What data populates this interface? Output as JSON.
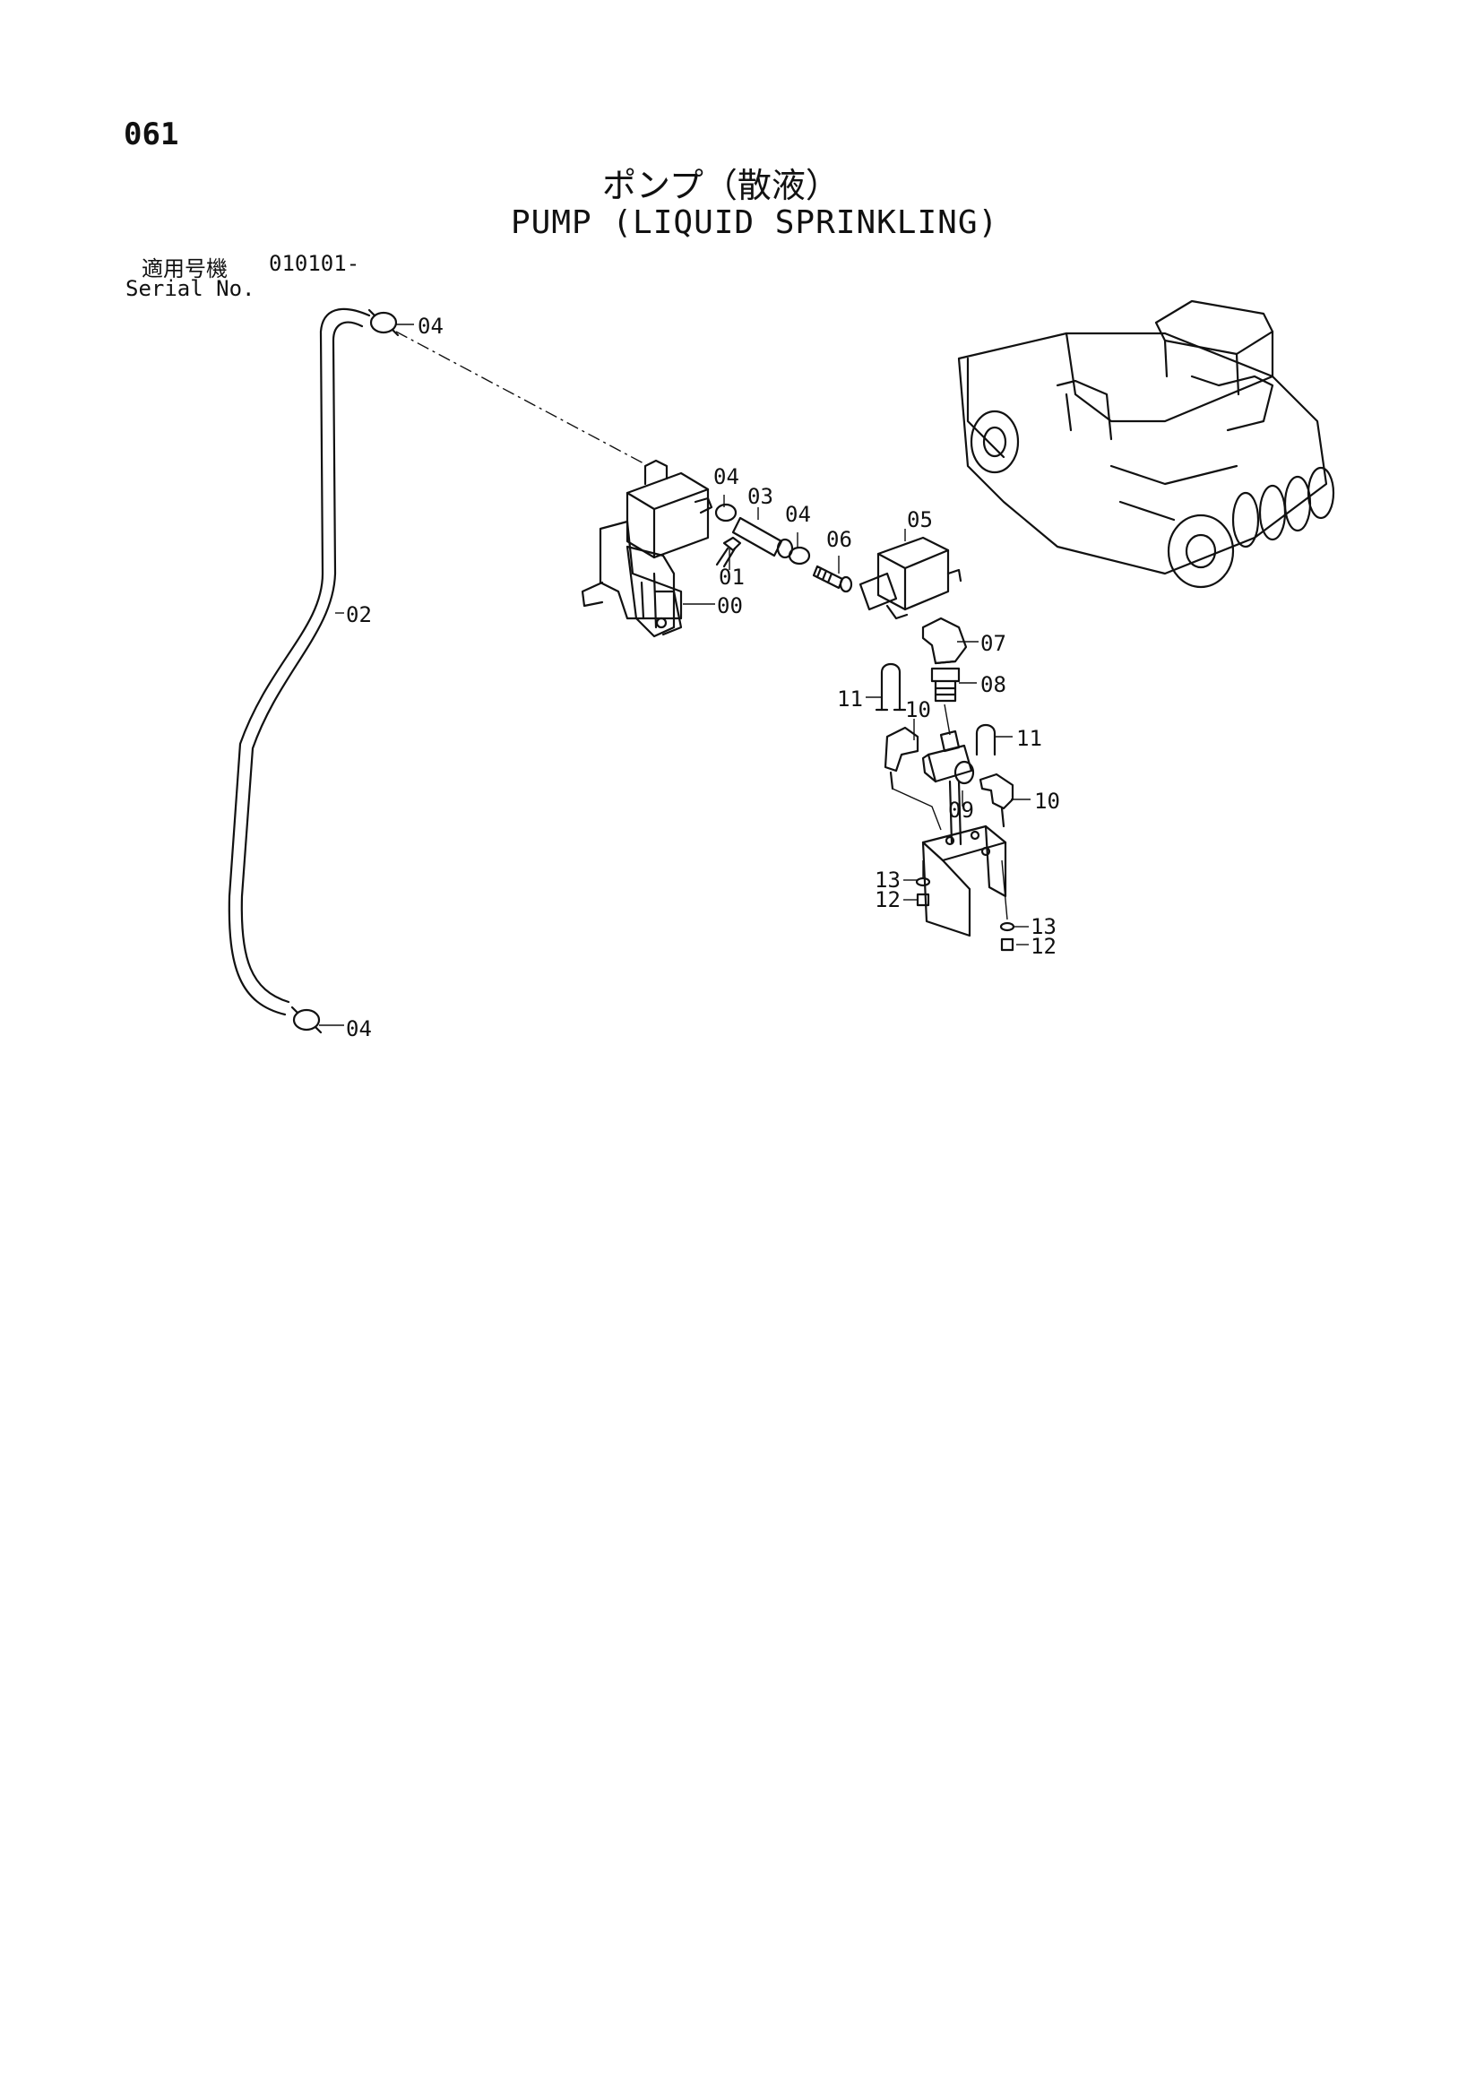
{
  "header": {
    "page_number": "061",
    "title_ja": "ポンプ（散液）",
    "title_en": "PUMP (LIQUID SPRINKLING)",
    "serial_label_ja": "適用号機",
    "serial_value": "010101-",
    "serial_label_en": "Serial No."
  },
  "callouts": {
    "c00": "00",
    "c01": "01",
    "c02": "02",
    "c03": "03",
    "c04a": "04",
    "c04b": "04",
    "c04c": "04",
    "c04d": "04",
    "c05": "05",
    "c06": "06",
    "c07": "07",
    "c08": "08",
    "c09": "09",
    "c10a": "10",
    "c10b": "10",
    "c11a": "11",
    "c11b": "11",
    "c12a": "12",
    "c12b": "12",
    "c13a": "13",
    "c13b": "13"
  },
  "icons": {
    "machine": "tire-roller-icon",
    "pump": "pump-icon",
    "hose": "hose-icon",
    "valve": "solenoid-valve-icon",
    "bracket": "bracket-icon"
  }
}
